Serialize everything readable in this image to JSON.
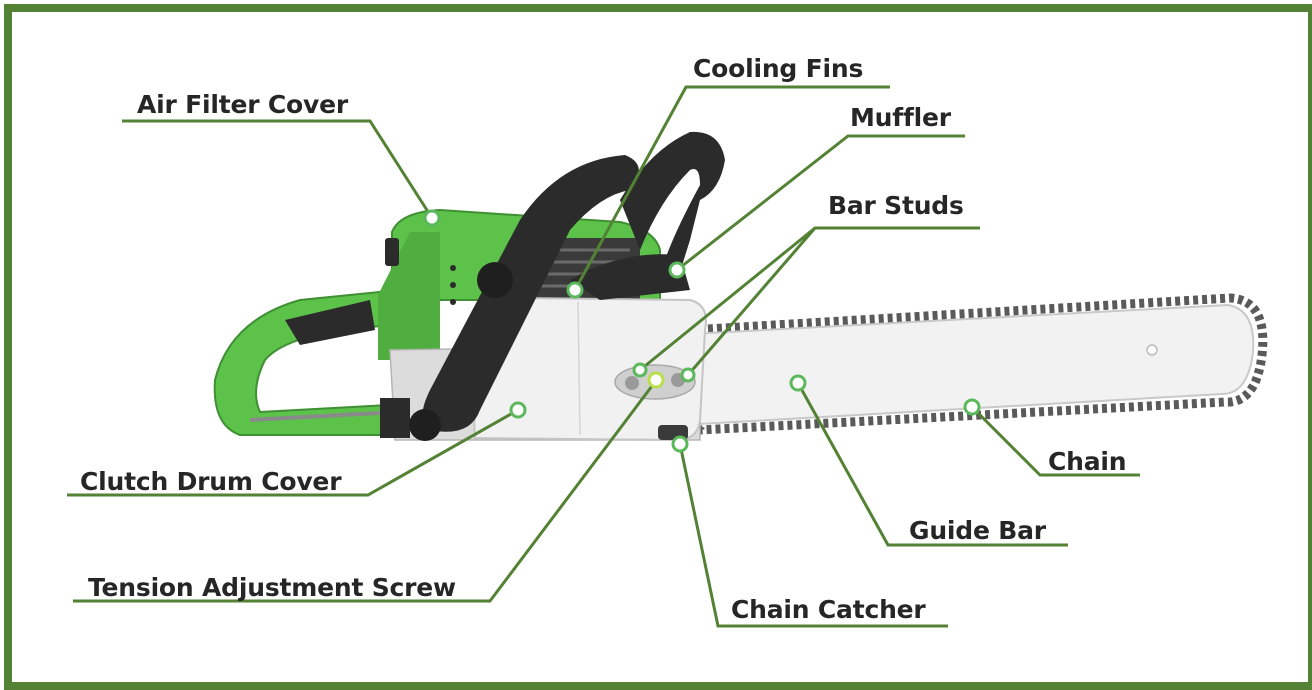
{
  "labels": {
    "air_filter_cover": "Air Filter Cover",
    "cooling_fins": "Cooling Fins",
    "muffler": "Muffler",
    "bar_studs": "Bar Studs",
    "chain": "Chain",
    "guide_bar": "Guide Bar",
    "clutch_drum_cover": "Clutch Drum Cover",
    "tension_adjustment_screw": "Tension Adjustment Screw",
    "chain_catcher": "Chain Catcher"
  },
  "colors": {
    "frame": "#548235",
    "leader_line": "#548235",
    "label_text": "#262626",
    "body_green": "#5cc24a",
    "handle_black": "#2b2b2b",
    "cover_white": "#eeeeee"
  }
}
